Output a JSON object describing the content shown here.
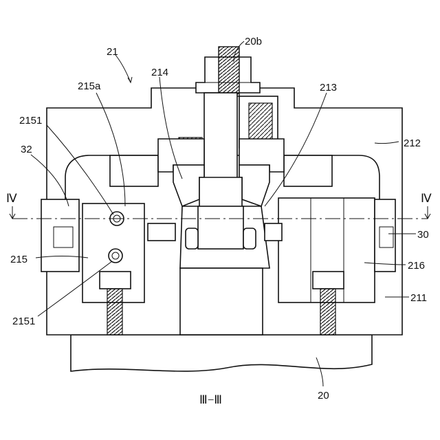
{
  "figure": {
    "caption": "Ⅲ−Ⅲ",
    "section_left": "Ⅳ",
    "section_right": "Ⅳ"
  },
  "labels": {
    "l21": "21",
    "l20b": "20b",
    "l214": "214",
    "l215a": "215a",
    "l213": "213",
    "l2151_top": "2151",
    "l32": "32",
    "l212": "212",
    "l30": "30",
    "l215": "215",
    "l216": "216",
    "l211": "211",
    "l2151_bottom": "2151",
    "l20": "20"
  }
}
